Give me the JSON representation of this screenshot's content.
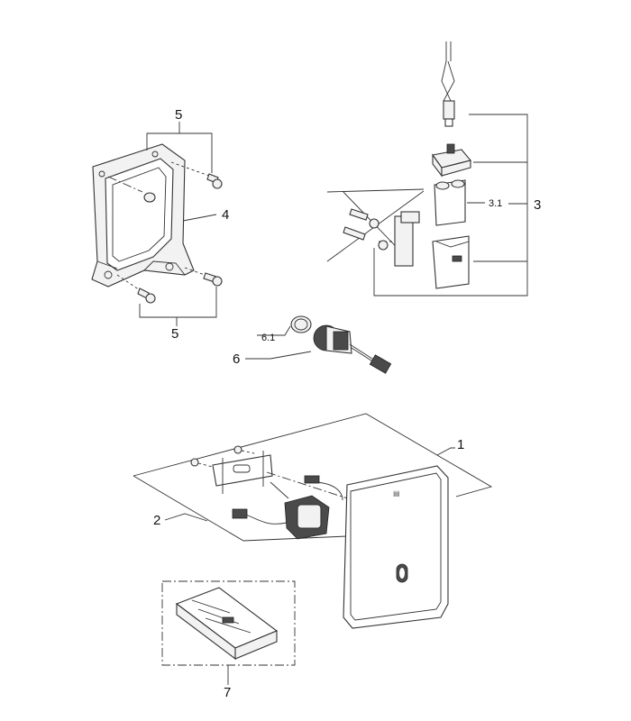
{
  "callouts": {
    "frame": "4",
    "screws_top": "5",
    "screws_bottom": "5",
    "sensor_kit": "3",
    "sensor_sub": "3.1",
    "valve": "6",
    "valve_sub": "6.1",
    "front_plate": "1",
    "control_box": "2",
    "remote": "7"
  },
  "icons": {
    "logo": "grohe-logo-icon",
    "sensor": "sensor-window-icon"
  }
}
